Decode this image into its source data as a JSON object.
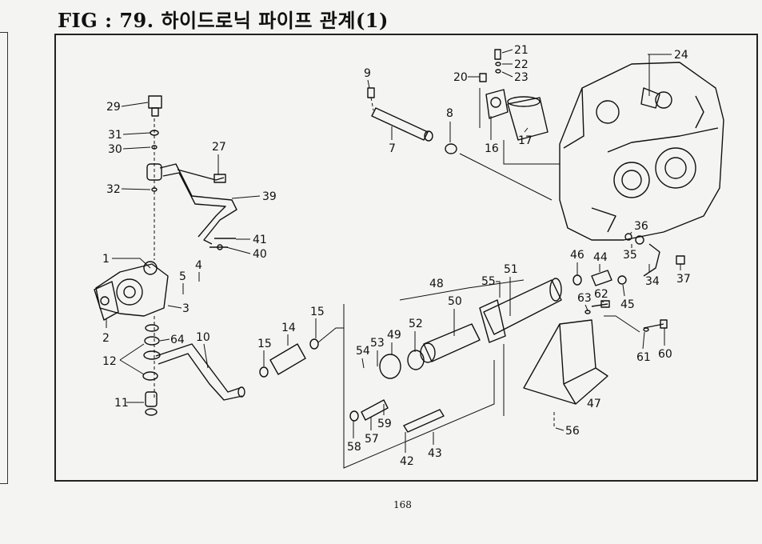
{
  "header": {
    "title": "FIG : 79. 하이드로닉 파이프 관계(1)"
  },
  "footer": {
    "page_number": "168"
  },
  "diagram": {
    "part_labels": [
      "1",
      "2",
      "3",
      "4",
      "5",
      "7",
      "8",
      "9",
      "10",
      "11",
      "12",
      "14",
      "15",
      "15",
      "16",
      "17",
      "20",
      "21",
      "22",
      "23",
      "24",
      "27",
      "29",
      "30",
      "31",
      "32",
      "34",
      "35",
      "36",
      "37",
      "39",
      "40",
      "41",
      "42",
      "43",
      "44",
      "45",
      "46",
      "47",
      "48",
      "49",
      "50",
      "51",
      "52",
      "53",
      "54",
      "55",
      "56",
      "57",
      "58",
      "59",
      "60",
      "61",
      "62",
      "63",
      "64"
    ]
  }
}
